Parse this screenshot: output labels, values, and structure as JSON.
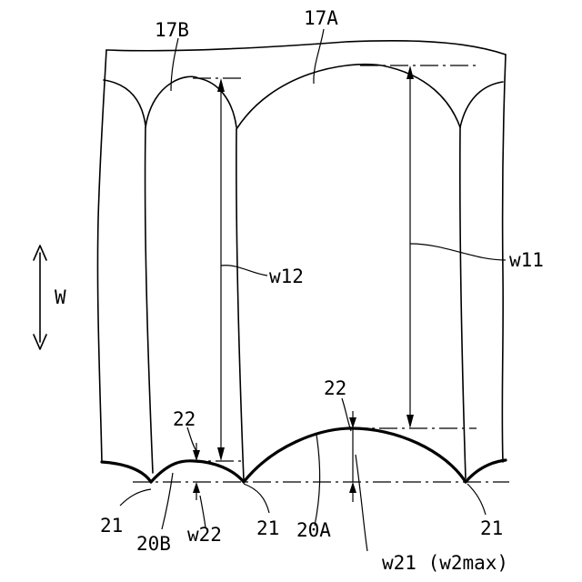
{
  "labels": {
    "upper_small_arc": "17B",
    "upper_large_arc": "17A",
    "width_upper_large": "w11",
    "width_upper_small": "w12",
    "direction": "W",
    "protrusion_left": "22",
    "protrusion_right": "22",
    "lower_left_edge": "21",
    "lower_small_arc": "20B",
    "height_small": "w22",
    "lower_middle_point": "21",
    "lower_large_arc": "20A",
    "height_large": "w21 (w2max)",
    "lower_right_point": "21"
  }
}
